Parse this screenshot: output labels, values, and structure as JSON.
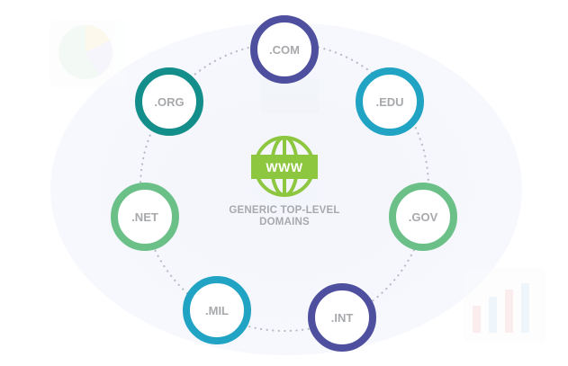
{
  "colors": {
    "com": "#4e4f9e",
    "edu": "#21a3c4",
    "gov": "#6bc088",
    "int": "#4e4f9e",
    "mil": "#21a3c4",
    "net": "#6bc088",
    "org": "#148e8a",
    "globe": "#8dc63f",
    "label": "#a7a9ac",
    "ring": "#b8bcc3"
  },
  "center": {
    "badge_text": "WWW",
    "title_line1": "GENERIC TOP-LEVEL",
    "title_line2": "DOMAINS",
    "icon": "www-globe-icon"
  },
  "domains": [
    {
      "key": "com",
      "label": ".COM"
    },
    {
      "key": "edu",
      "label": ".EDU"
    },
    {
      "key": "gov",
      "label": ".GOV"
    },
    {
      "key": "int",
      "label": ".INT"
    },
    {
      "key": "mil",
      "label": ".MIL"
    },
    {
      "key": "net",
      "label": ".NET"
    },
    {
      "key": "org",
      "label": ".ORG"
    }
  ]
}
